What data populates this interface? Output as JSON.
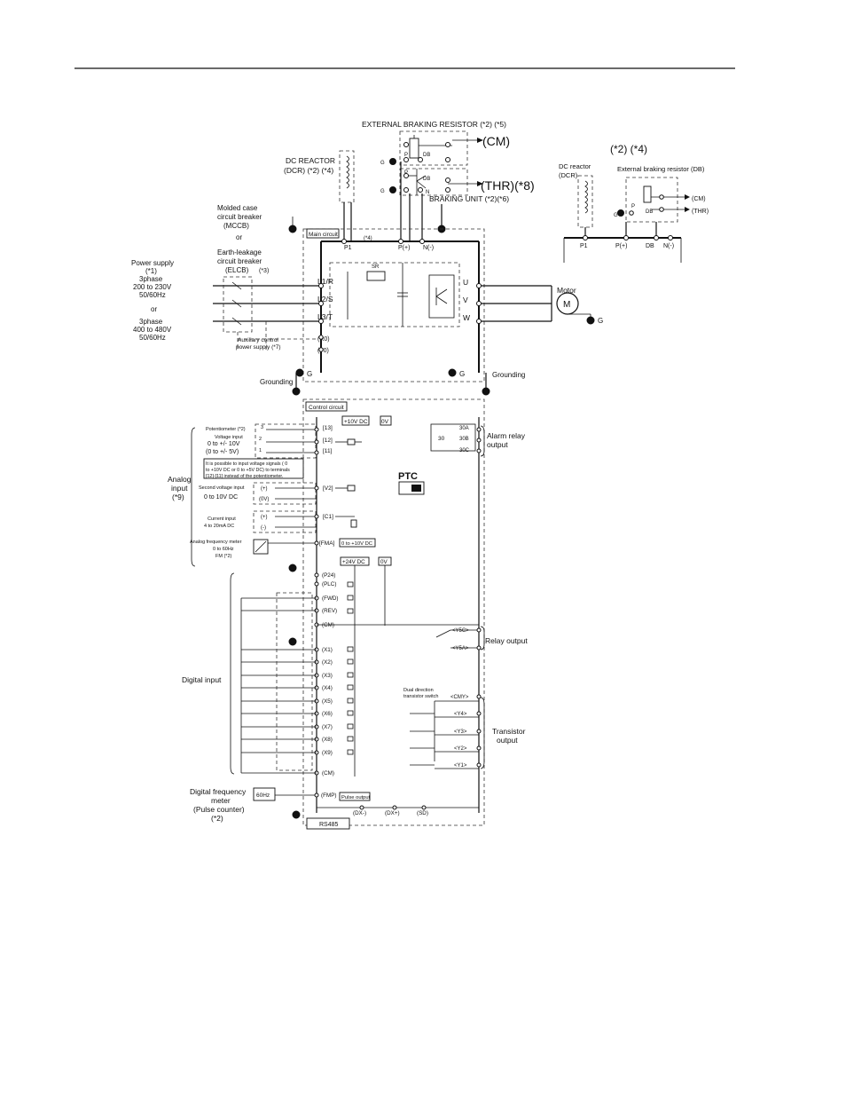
{
  "page": {
    "header_rule": true
  },
  "top": {
    "ext_braking_resistor": "EXTERNAL BRAKING RESISTOR (*2) (*5)",
    "cm": "(CM)",
    "thr": "(THR)(*8)",
    "braking_unit": "BRAKING UNIT (*2)(*6)",
    "dc_reactor_line1": "DC REACTOR",
    "dc_reactor_line2": "(DCR) (*2) (*4)",
    "db": "DB",
    "p": "P",
    "n": "N",
    "g": "G"
  },
  "inset": {
    "note": "(*2) (*4)",
    "dc_reactor_line1": "DC reactor",
    "dc_reactor_line2": "(DCR)",
    "ext_resistor": "External braking resistor (DB)",
    "cm": "(CM)",
    "thr": "(THR)",
    "p1": "P1",
    "pplus": "P(+)",
    "db": "DB",
    "nminus": "N(-)",
    "p": "P",
    "g": "G"
  },
  "breaker": {
    "l1": "Molded case",
    "l2": "circuit breaker",
    "l3": "(MCCB)",
    "or1": "or",
    "l4": "Earth-leakage",
    "l5": "circuit breaker",
    "l6": "(ELCB)",
    "note3": "(*3)"
  },
  "power": {
    "l1": "Power supply",
    "l2": "(*1)",
    "l3": "3phase",
    "l4": "200 to 230V",
    "l5": "50/60Hz",
    "or": "or",
    "l6": "3phase",
    "l7": "400 to 480V",
    "l8": "50/60Hz"
  },
  "main": {
    "main_circuit": "Main circuit",
    "p1": "P1",
    "pplus": "P(+)",
    "nminus": "N(-)",
    "note4": "(*4)",
    "l1r": "L1/R",
    "l2s": "L2/S",
    "l3t": "L3/T",
    "u": "U",
    "v": "V",
    "w": "W",
    "sr": "SR",
    "r0": "(R0)",
    "t0": "(T0)",
    "aux1": "Auxiliary control",
    "aux2": "power supply (*7)",
    "g_left": "G",
    "g_right": "G",
    "grounding_left": "Grounding",
    "grounding_right": "Grounding",
    "motor": "Motor",
    "m": "M",
    "motor_g": "G"
  },
  "control": {
    "control_circuit": "Control circuit",
    "plus10v": "+10V DC",
    "zero_v": "0V",
    "t13": "[13]",
    "t12": "[12]",
    "t11": "[11]",
    "pot": "Potentiometer (*2)",
    "vin1": "Voltage input",
    "vin2": "0 to +/- 10V",
    "vin3": "(0 to +/- 5V)",
    "n3": "3",
    "n2": "2",
    "n1": "1",
    "note_l1": "It is possible to input voltage signals ( 0",
    "note_l2": "to +10V DC or 0 to +5V DC) to terminals",
    "note_l3": "[12]-[11] instead of the potentiometer.",
    "analog1": "Analog",
    "analog2": "input",
    "analog3": "(*9)",
    "v2": "[V2]",
    "second_v1": "Second voltage input",
    "second_v2": "0 to 10V DC",
    "plus": "(+)",
    "zero_v_paren": "(0V)",
    "c1": "[C1]",
    "current1": "Current input",
    "current2": "4 to 20mA DC",
    "plus2": "(+)",
    "minus2": "(-)",
    "fma": "[FMA]",
    "fma_range": "0 to +10V DC",
    "afm1": "Analog frequency meter",
    "afm2": "0 to 60Hz",
    "afm3": "FM (*2)",
    "alarm_30a": "30A",
    "alarm_30b": "30B",
    "alarm_30c": "30C",
    "alarm_30": "30",
    "alarm1": "Alarm relay",
    "alarm2": "output",
    "ptc": "PTC",
    "plus24": "+24V DC",
    "zero_v2": "0V",
    "p24": "(P24)",
    "plc": "(PLC)",
    "fwd": "(FWD)",
    "rev": "(REV)",
    "cm1": "(CM)",
    "x1": "(X1)",
    "x2": "(X2)",
    "x3": "(X3)",
    "x4": "(X4)",
    "x5": "(X5)",
    "x6": "(X6)",
    "x7": "(X7)",
    "x8": "(X8)",
    "x9": "(X9)",
    "cm2": "(CM)",
    "digital_input": "Digital input",
    "y5c": "<Y5C>",
    "y5a": "<Y5A>",
    "relay_out": "Relay output",
    "dual1": "Dual direction",
    "dual2": "transistor switch",
    "cmy": "<CMY>",
    "y4": "<Y4>",
    "y3": "<Y3>",
    "y2": "<Y2>",
    "y1": "<Y1>",
    "trans1": "Transistor",
    "trans2": "output",
    "fmp": "(FMP)",
    "pulse_output": "Pulse output",
    "hz60": "60Hz",
    "dfm1": "Digital frequency",
    "dfm2": "meter",
    "dfm3": "(Pulse counter)",
    "dfm4": "(*2)",
    "dxm": "(DX-)",
    "dxp": "(DX+)",
    "sd": "(SD)",
    "rs485": "RS485"
  }
}
